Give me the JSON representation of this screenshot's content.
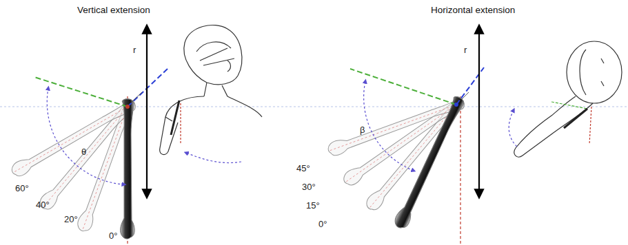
{
  "diagram": {
    "labels": [
      "Vertical extension",
      "Horizontal extension",
      "r",
      "θ",
      "60°",
      "40°",
      "20°",
      "0°",
      "r",
      "β",
      "45°",
      "30°",
      "15°",
      "0°"
    ]
  }
}
